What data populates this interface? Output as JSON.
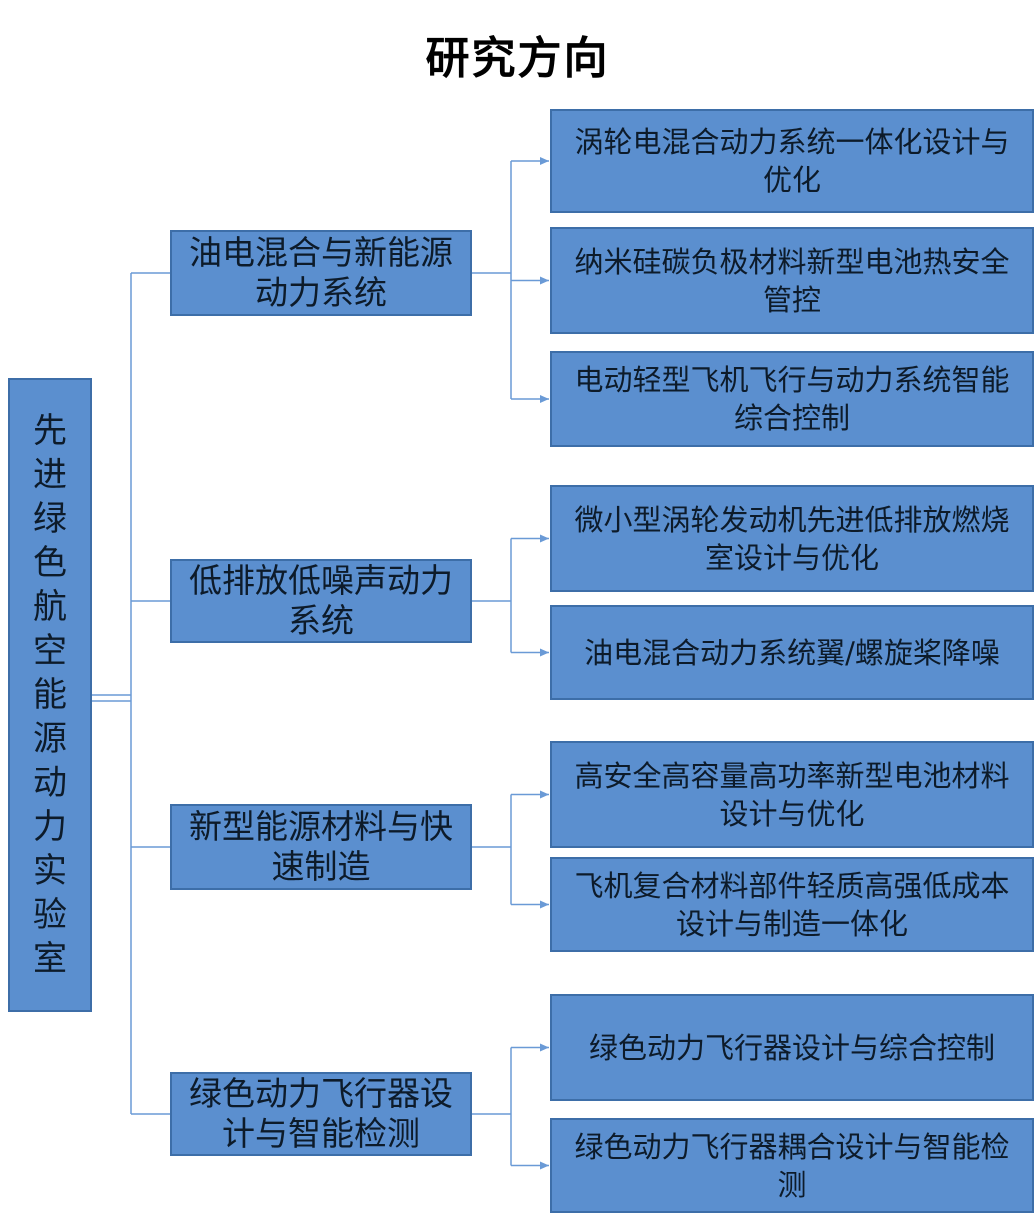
{
  "title": "研究方向",
  "root": {
    "label": "先进绿色航空能源动力实验室"
  },
  "branches": [
    {
      "label": "油电混合与新能源动力系统",
      "children": [
        "涡轮电混合动力系统一体化设计与优化",
        "纳米硅碳负极材料新型电池热安全管控",
        "电动轻型飞机飞行与动力系统智能综合控制"
      ]
    },
    {
      "label": "低排放低噪声动力系统",
      "children": [
        "微小型涡轮发动机先进低排放燃烧室设计与优化",
        "油电混合动力系统翼/螺旋桨降噪"
      ]
    },
    {
      "label": "新型能源材料与快速制造",
      "children": [
        "高安全高容量高功率新型电池材料设计与优化",
        "飞机复合材料部件轻质高强低成本设计与制造一体化"
      ]
    },
    {
      "label": "绿色动力飞行器设计与智能检测",
      "children": [
        "绿色动力飞行器设计与综合控制",
        "绿色动力飞行器耦合设计与智能检测"
      ]
    }
  ],
  "colors": {
    "box_fill": "#5b8fcf",
    "box_border": "#3d6ea8",
    "connector": "#6a9ad6"
  }
}
